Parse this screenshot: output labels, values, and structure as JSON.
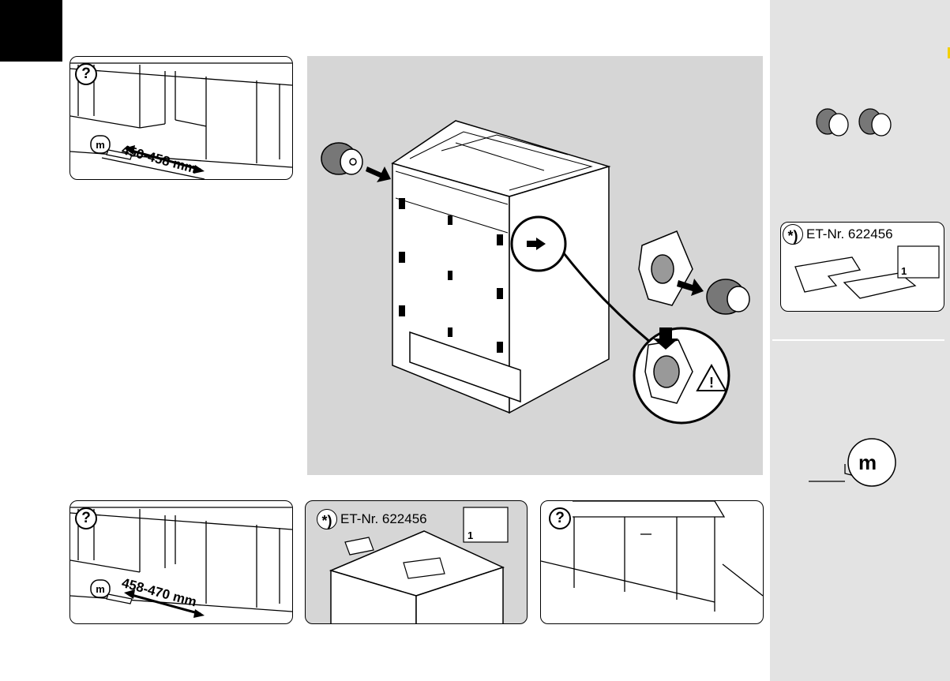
{
  "top_left_panel": {
    "help_symbol": "?",
    "measurement": "450-458 mm"
  },
  "bottom_left_panel": {
    "help_symbol": "?",
    "measurement": "458-470 mm"
  },
  "bottom_middle_panel": {
    "note_symbol": "*)",
    "part_number": "ET-Nr. 622456"
  },
  "bottom_right_panel": {
    "help_symbol": "?"
  },
  "sidebar": {
    "parts_panel": {
      "note_symbol": "*)",
      "part_number": "ET-Nr. 622456"
    },
    "tape_symbol": "m"
  },
  "colors": {
    "sidebar": "#e3e3e3",
    "illustration_bg": "#d6d6d6",
    "accent": "#f3d000"
  }
}
